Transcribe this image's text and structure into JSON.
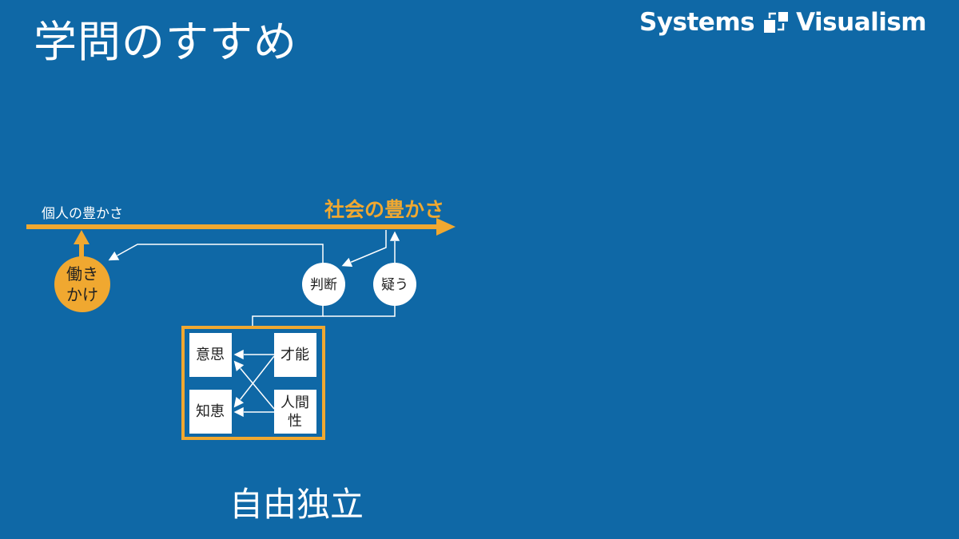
{
  "title": "学問のすすめ",
  "logo": {
    "word_left": "Systems",
    "word_right": "Visualism",
    "mark_icon": "boxes-arrows-icon"
  },
  "diagram": {
    "axis_left_label": "個人の豊かさ",
    "axis_right_label": "社会の豊かさ",
    "action_node": {
      "line1": "働き",
      "line2": "かけ"
    },
    "judgment_node": "判断",
    "doubt_node": "疑う",
    "box": {
      "will": "意思",
      "wisdom": "知恵",
      "talent": "才能",
      "humanity_line1": "人間",
      "humanity_line2": "性"
    },
    "caption": "自由独立"
  },
  "colors": {
    "background": "#0f68a6",
    "accent": "#f0a830",
    "line": "#ffffff"
  }
}
